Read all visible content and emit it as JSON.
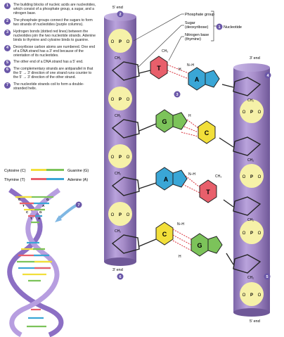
{
  "steps": [
    {
      "num": "1",
      "text": "The building blocks of nucleic acids are nucleotides, which consist of a phosphate group, a sugar, and a nitrogen base."
    },
    {
      "num": "2",
      "text": "The phosphate groups connect the sugars to form two strands of nucleotides (purple columns)."
    },
    {
      "num": "3",
      "text": "Hydrogen bonds (dotted red lines) between the nucleotides join the two nucleotide strands. Adenine binds to thymine and cytosine binds to guanine."
    },
    {
      "num": "4",
      "text": "Deoxyribose carbon atoms are numbered. One end of a DNA strand has a 3′ end because of the orientation of its nucleotides."
    },
    {
      "num": "5",
      "text": "The other end of a DNA strand has a 5′ end."
    },
    {
      "num": "6",
      "text": "The complementary strands are antiparallel in that the 5′ → 3′ direction of one strand runs counter to the 5′ → 3′ direction of the other strand."
    },
    {
      "num": "7",
      "text": "The nucleotide strands coil to form a double-stranded helix."
    }
  ],
  "base_key": {
    "cytosine": "Cytosine (C)",
    "guanine": "Guanine (G)",
    "thymine": "Thymine (T)",
    "adenine": "Adenine (A)"
  },
  "labels": {
    "left_top_end": "5′ end",
    "left_bottom_end": "3′ end",
    "right_top_end": "3′ end",
    "right_bottom_end": "5′ end",
    "phosphate_group": "Phosphate group",
    "sugar": "Sugar",
    "sugar_sub": "(deoxyribose)",
    "nitrogen_base": "Nitrogen base",
    "nitrogen_base_sub": "(thymine)",
    "nucleotide": "Nucleotide"
  },
  "bases": {
    "T": "T",
    "A": "A",
    "G": "G",
    "C": "C"
  },
  "colors": {
    "column": "#a68cc9",
    "column_dark": "#7d65a8",
    "phosphate": "#f6f1a8",
    "thymine": "#e85f6b",
    "adenine": "#3aa6d6",
    "guanine": "#7cc35a",
    "cytosine": "#f2df3a",
    "hbond": "#d9303a",
    "step_badge": "#6a57a8"
  },
  "chem": {
    "phosphate_o": "O",
    "phosphate_p": "P",
    "ch2": "CH₂",
    "ch3": "CH₃",
    "nh": "N–H",
    "h": "H"
  }
}
